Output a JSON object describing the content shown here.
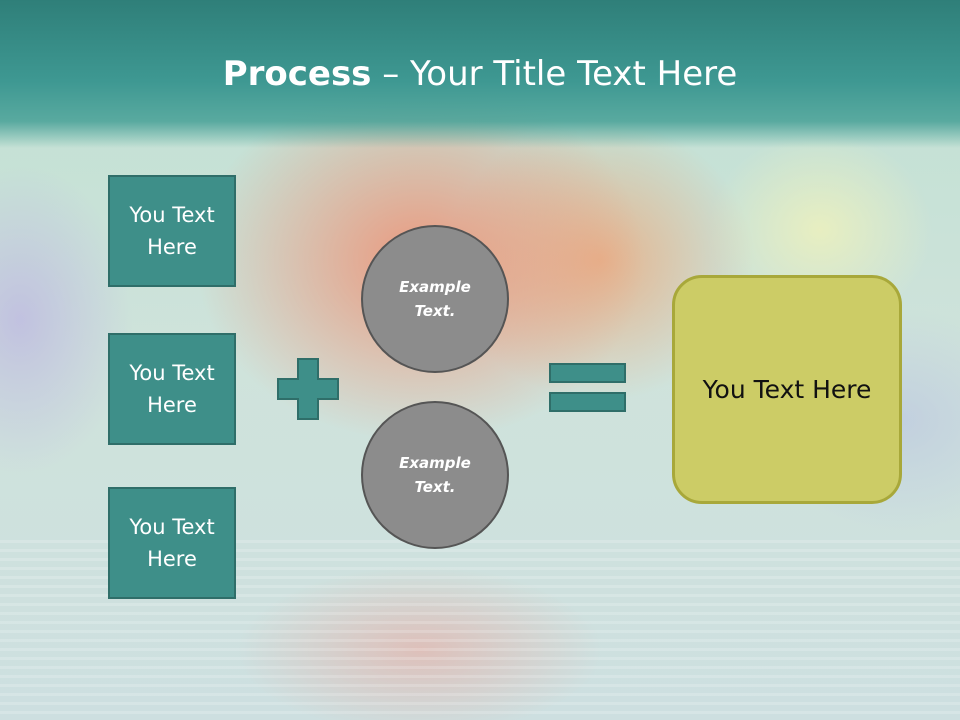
{
  "slide": {
    "title_bold": "Process",
    "title_rest": " – Your Title Text Here",
    "left_boxes": [
      {
        "line1": "You Text",
        "line2": "Here"
      },
      {
        "line1": "You Text",
        "line2": "Here"
      },
      {
        "line1": "You Text",
        "line2": "Here"
      }
    ],
    "circles": [
      {
        "line1": "Example",
        "line2": "Text."
      },
      {
        "line1": "Example",
        "line2": "Text."
      }
    ],
    "operators": {
      "plus": "plus-icon",
      "equals": "equals-icon"
    },
    "result": "You Text Here",
    "colors": {
      "header": "#3e9892",
      "box_fill": "#3e8f89",
      "circle_fill": "#8c8c8c",
      "result_fill": "#cccc66"
    }
  }
}
